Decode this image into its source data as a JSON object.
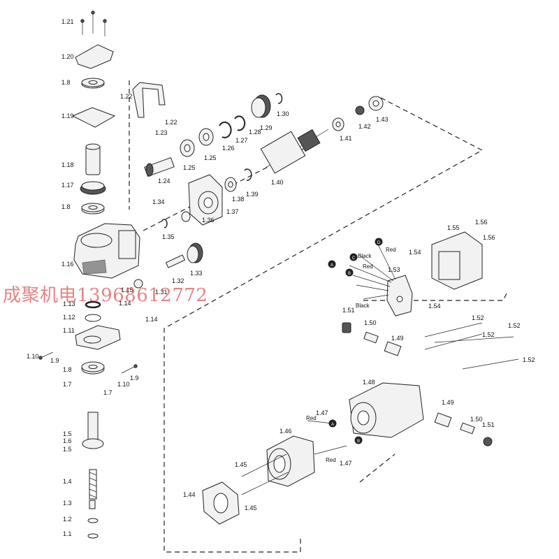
{
  "labels": [
    "1.21",
    "1.20",
    "1.8",
    "1.19",
    "1.18",
    "1.17",
    "1.8",
    "1.16",
    "1.13",
    "1.12",
    "1.11",
    "1.10",
    "1.9",
    "1.8",
    "1.7",
    "1.10",
    "1.9",
    "1.7",
    "1.14",
    "1.14",
    "1.5",
    "1.6",
    "1.5",
    "1.4",
    "1.3",
    "1.2",
    "1.1",
    "1.22",
    "1.23",
    "1.22",
    "1.24",
    "1.25",
    "1.25",
    "1.26",
    "1.27",
    "1.28",
    "1.29",
    "1.30",
    "1.34",
    "1.35",
    "1.36",
    "1.37",
    "1.38",
    "1.39",
    "1.40",
    "1.41",
    "1.42",
    "1.43",
    "1.31",
    "1.32",
    "1.33",
    "1.15",
    "1.55",
    "1.56",
    "1.56",
    "1.54",
    "1.53",
    "1.54",
    "1.51",
    "1.50",
    "1.49",
    "1.52",
    "1.52",
    "1.52",
    "1.52",
    "1.48",
    "1.49",
    "1.50",
    "1.51",
    "1.47",
    "1.46",
    "1.47",
    "1.45",
    "1.45",
    "1.44"
  ],
  "wire_labels": [
    "Red",
    "Black",
    "Red",
    "Black",
    "Red",
    "Red"
  ],
  "connector_badges": [
    "A",
    "B",
    "C",
    "D",
    "A",
    "B"
  ],
  "watermark": "成聚机电13968612772",
  "colors": {
    "line": "#222222",
    "watermark": "#d65050"
  }
}
